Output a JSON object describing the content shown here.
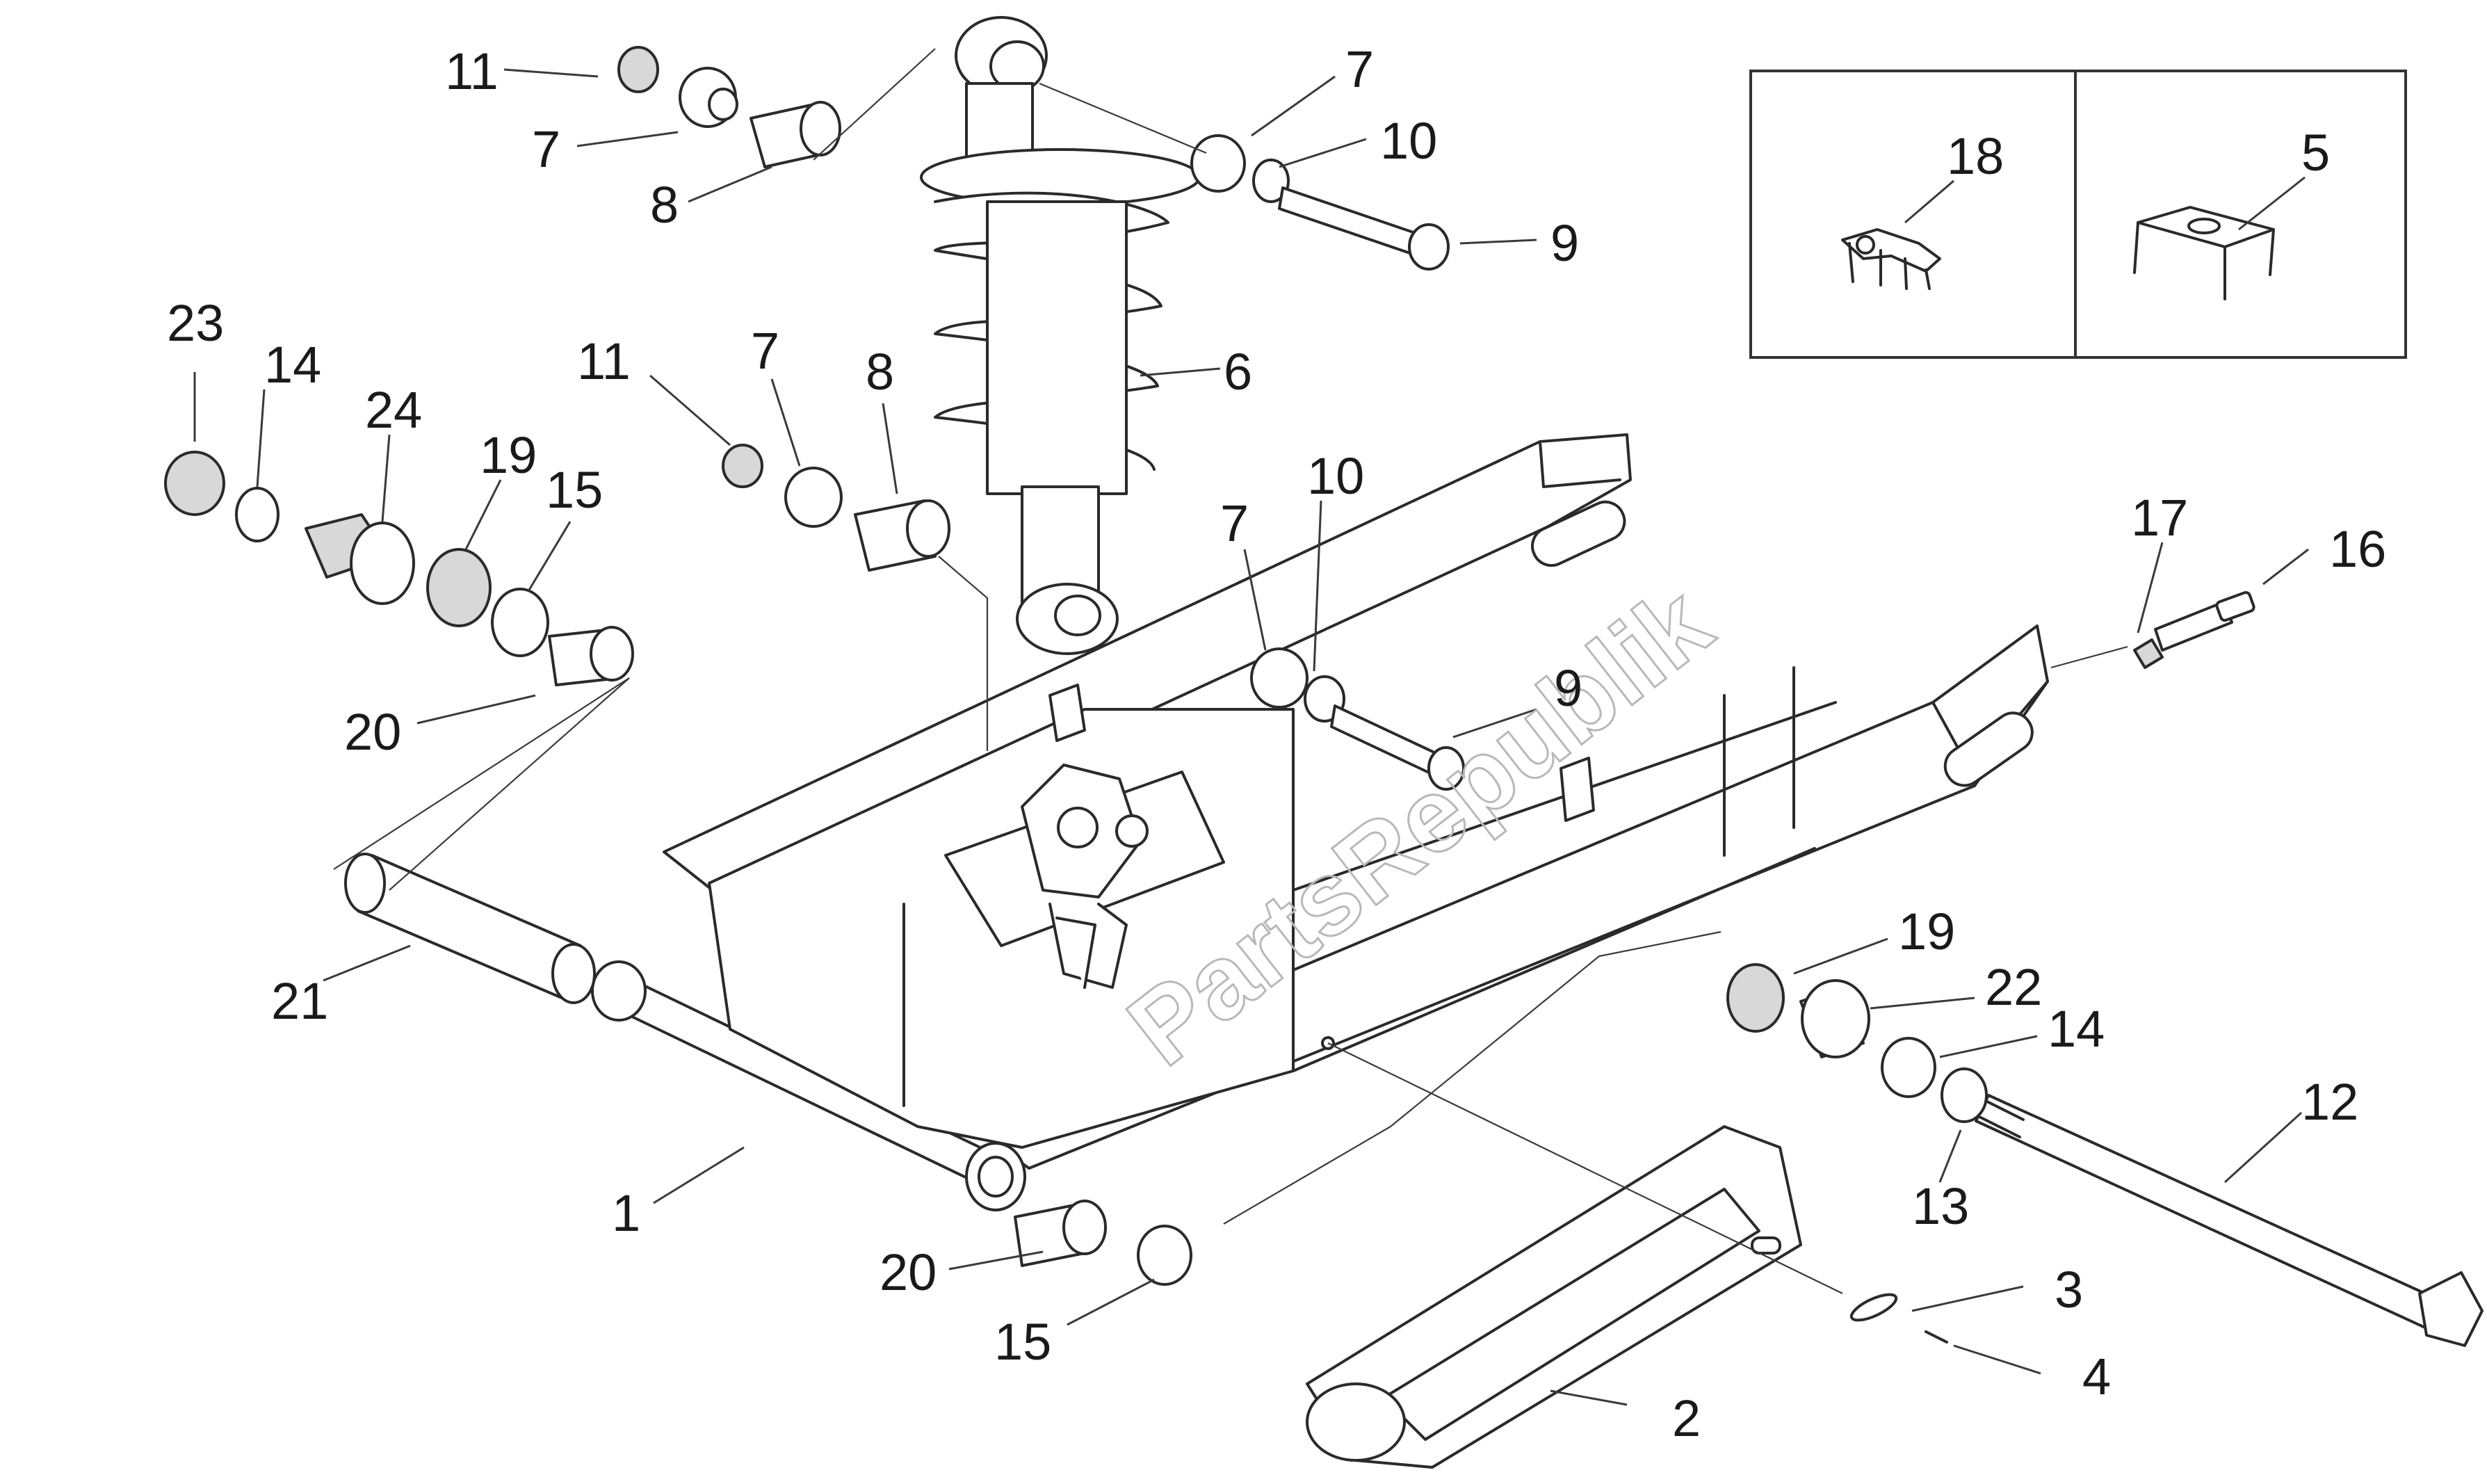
{
  "diagram": {
    "callouts": [
      {
        "id": "c-11a",
        "text": "11"
      },
      {
        "id": "c-7a",
        "text": "7"
      },
      {
        "id": "c-8a",
        "text": "8"
      },
      {
        "id": "c-7b",
        "text": "7"
      },
      {
        "id": "c-10a",
        "text": "10"
      },
      {
        "id": "c-9a",
        "text": "9"
      },
      {
        "id": "c-18",
        "text": "18"
      },
      {
        "id": "c-5",
        "text": "5"
      },
      {
        "id": "c-23",
        "text": "23"
      },
      {
        "id": "c-14a",
        "text": "14"
      },
      {
        "id": "c-24",
        "text": "24"
      },
      {
        "id": "c-19a",
        "text": "19"
      },
      {
        "id": "c-15a",
        "text": "15"
      },
      {
        "id": "c-20a",
        "text": "20"
      },
      {
        "id": "c-11b",
        "text": "11"
      },
      {
        "id": "c-7c",
        "text": "7"
      },
      {
        "id": "c-8b",
        "text": "8"
      },
      {
        "id": "c-6",
        "text": "6"
      },
      {
        "id": "c-7d",
        "text": "7"
      },
      {
        "id": "c-10b",
        "text": "10"
      },
      {
        "id": "c-9b",
        "text": "9"
      },
      {
        "id": "c-17",
        "text": "17"
      },
      {
        "id": "c-16",
        "text": "16"
      },
      {
        "id": "c-21",
        "text": "21"
      },
      {
        "id": "c-1",
        "text": "1"
      },
      {
        "id": "c-19b",
        "text": "19"
      },
      {
        "id": "c-22",
        "text": "22"
      },
      {
        "id": "c-14b",
        "text": "14"
      },
      {
        "id": "c-12",
        "text": "12"
      },
      {
        "id": "c-13",
        "text": "13"
      },
      {
        "id": "c-20b",
        "text": "20"
      },
      {
        "id": "c-15b",
        "text": "15"
      },
      {
        "id": "c-3",
        "text": "3"
      },
      {
        "id": "c-4",
        "text": "4"
      },
      {
        "id": "c-2",
        "text": "2"
      }
    ],
    "watermark": "PartsRepublik"
  }
}
